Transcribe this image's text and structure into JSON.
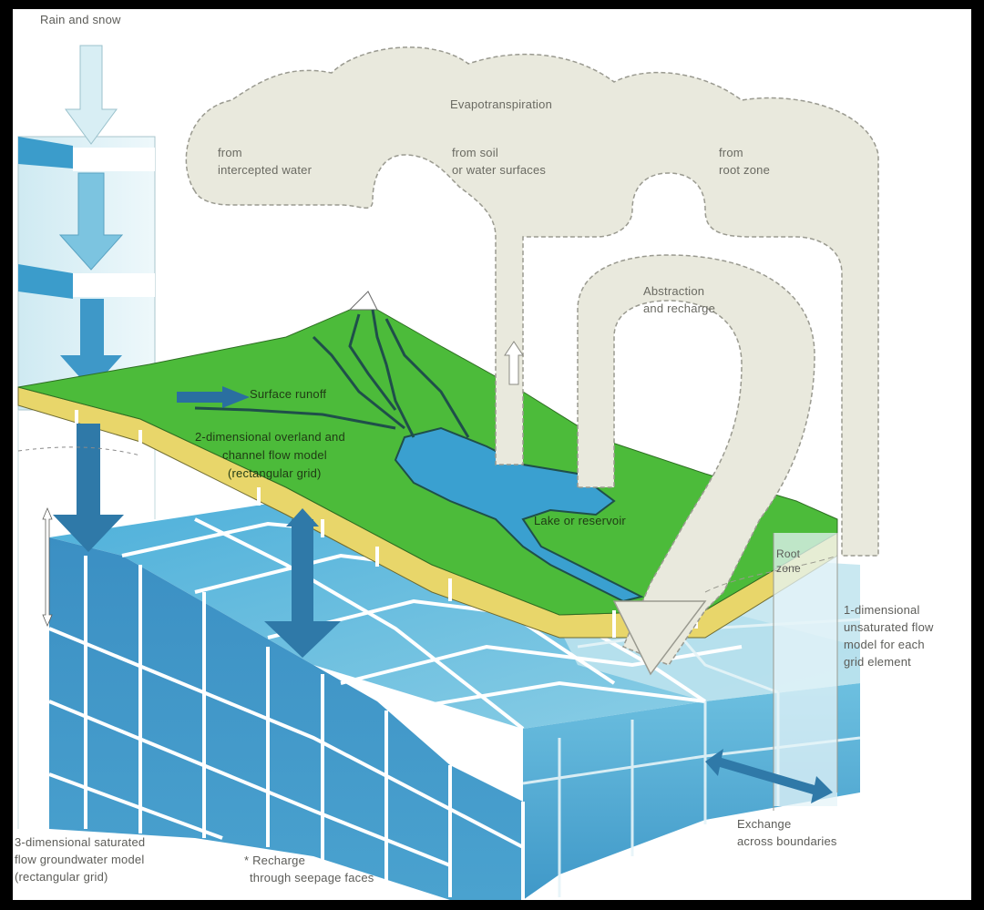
{
  "title": "Schematic of a physically-based distributed hydrological model",
  "labels": {
    "rain_snow": "Rain and snow",
    "evapotranspiration": "Evapotranspiration",
    "from_intercepted": [
      "from",
      "intercepted water"
    ],
    "from_soil": [
      "from soil",
      "or water surfaces"
    ],
    "from_root": [
      "from",
      "root zone"
    ],
    "abstraction": [
      "Abstraction",
      "and recharge"
    ],
    "surface_runoff": "Surface runoff",
    "overland_model": [
      "2-dimensional overland and",
      "channel flow model",
      "(rectangular grid)"
    ],
    "lake": "Lake or reservoir",
    "root_zone": [
      "Root",
      "zone"
    ],
    "unsaturated_model": [
      "1-dimensional",
      "unsaturated flow",
      "model for each",
      "grid element"
    ],
    "saturated_model": [
      "3-dimensional saturated",
      "flow groundwater model",
      "(rectangular grid)"
    ],
    "recharge_seepage": [
      "* Recharge",
      "through seepage faces"
    ],
    "exchange_boundaries": [
      "Exchange",
      "across boundaries"
    ]
  },
  "colors": {
    "background": "#ffffff",
    "frame": "#000000",
    "cloud_fill": "#e9e9dd",
    "cloud_stroke": "#9a9a90",
    "land_green": "#4cbb3a",
    "land_edge_yellow": "#e8d66a",
    "water_blue": "#3aa0d0",
    "groundwater_top": "#5cb8dc",
    "groundwater_side": "#3a8cc0",
    "groundwater_light": "#a8dcea",
    "arrow_dark_blue": "#2f79a8",
    "arrow_light_blue": "#7cc4e0",
    "column_light": "#d6eef4",
    "river_dark": "#1f4f4a"
  }
}
